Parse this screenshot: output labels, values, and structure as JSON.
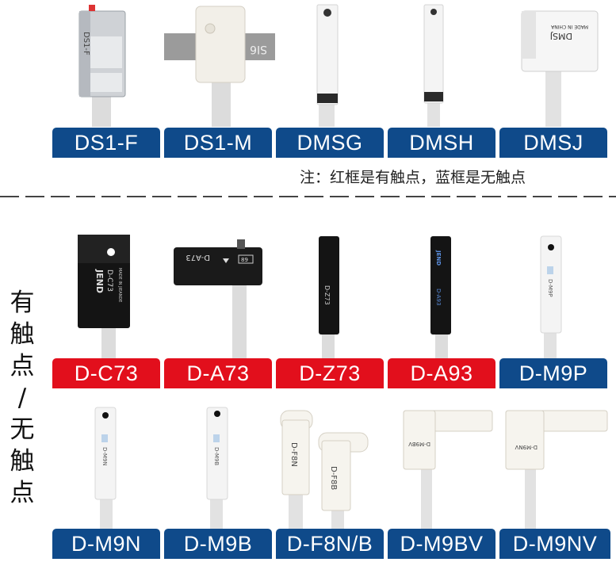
{
  "colors": {
    "blue_label": "#0f4a8a",
    "red_label": "#e20f1c"
  },
  "row1": [
    {
      "label": "DS1-F",
      "color": "blue",
      "print": "DS1-F"
    },
    {
      "label": "DS1-M",
      "color": "blue",
      "print": "SI6"
    },
    {
      "label": "DMSG",
      "color": "blue",
      "print": ""
    },
    {
      "label": "DMSH",
      "color": "blue",
      "print": ""
    },
    {
      "label": "DMSJ",
      "color": "blue",
      "print": "DMSJ",
      "print2": "MADE IN CHINA"
    }
  ],
  "note": "注：红框是有触点，蓝框是无触点",
  "side_label": [
    "有",
    "触",
    "点",
    "/",
    "无",
    "触",
    "点"
  ],
  "row2": [
    {
      "label": "D-C73",
      "color": "red",
      "print": "D-C73",
      "brand": "JEND",
      "print2": "MADE IN JIEANDE"
    },
    {
      "label": "D-A73",
      "color": "red",
      "print": "D-A73",
      "print2": "89"
    },
    {
      "label": "D-Z73",
      "color": "red",
      "print": "D-Z73"
    },
    {
      "label": "D-A93",
      "color": "red",
      "print": "D-A93",
      "brand": "JEND"
    },
    {
      "label": "D-M9P",
      "color": "blue",
      "print": "D-M9P"
    }
  ],
  "row3": [
    {
      "label": "D-M9N",
      "color": "blue",
      "print": "D-M9N"
    },
    {
      "label": "D-M9B",
      "color": "blue",
      "print": "D-M9B"
    },
    {
      "label": "D-F8N/B",
      "color": "blue",
      "print": "D-F8N",
      "print2": "D-F8B"
    },
    {
      "label": "D-M9BV",
      "color": "blue",
      "print": "D-M9BV"
    },
    {
      "label": "D-M9NV",
      "color": "blue",
      "print": "D-M9NV"
    }
  ]
}
